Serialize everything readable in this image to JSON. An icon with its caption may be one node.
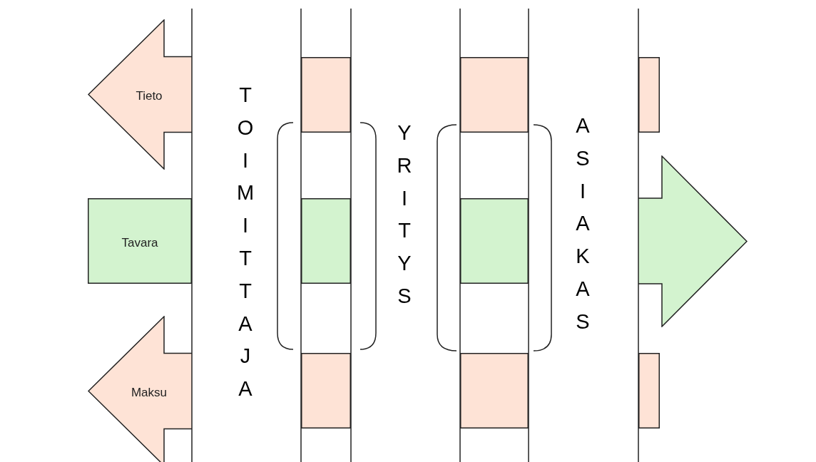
{
  "diagram": {
    "nodes": [
      {
        "text": [
          "Tieto"
        ]
      },
      {
        "text": [
          "Tavara"
        ]
      },
      {
        "text": [
          "Maksu"
        ]
      },
      {
        "text": [],
        "shape": "box"
      },
      {
        "text": [],
        "shape": "box"
      },
      {
        "text": [],
        "shape": "box"
      },
      {
        "text": [],
        "shape": "box"
      },
      {
        "text": [],
        "shape": "box"
      },
      {
        "text": [],
        "shape": "box"
      },
      {
        "text": [],
        "shape": "box"
      },
      {
        "text": [],
        "shape": "arrow"
      },
      {
        "text": [],
        "shape": "box"
      }
    ],
    "labels": [
      "TOIMITTAJA",
      "YRITYS",
      "ASIAKAS"
    ]
  }
}
